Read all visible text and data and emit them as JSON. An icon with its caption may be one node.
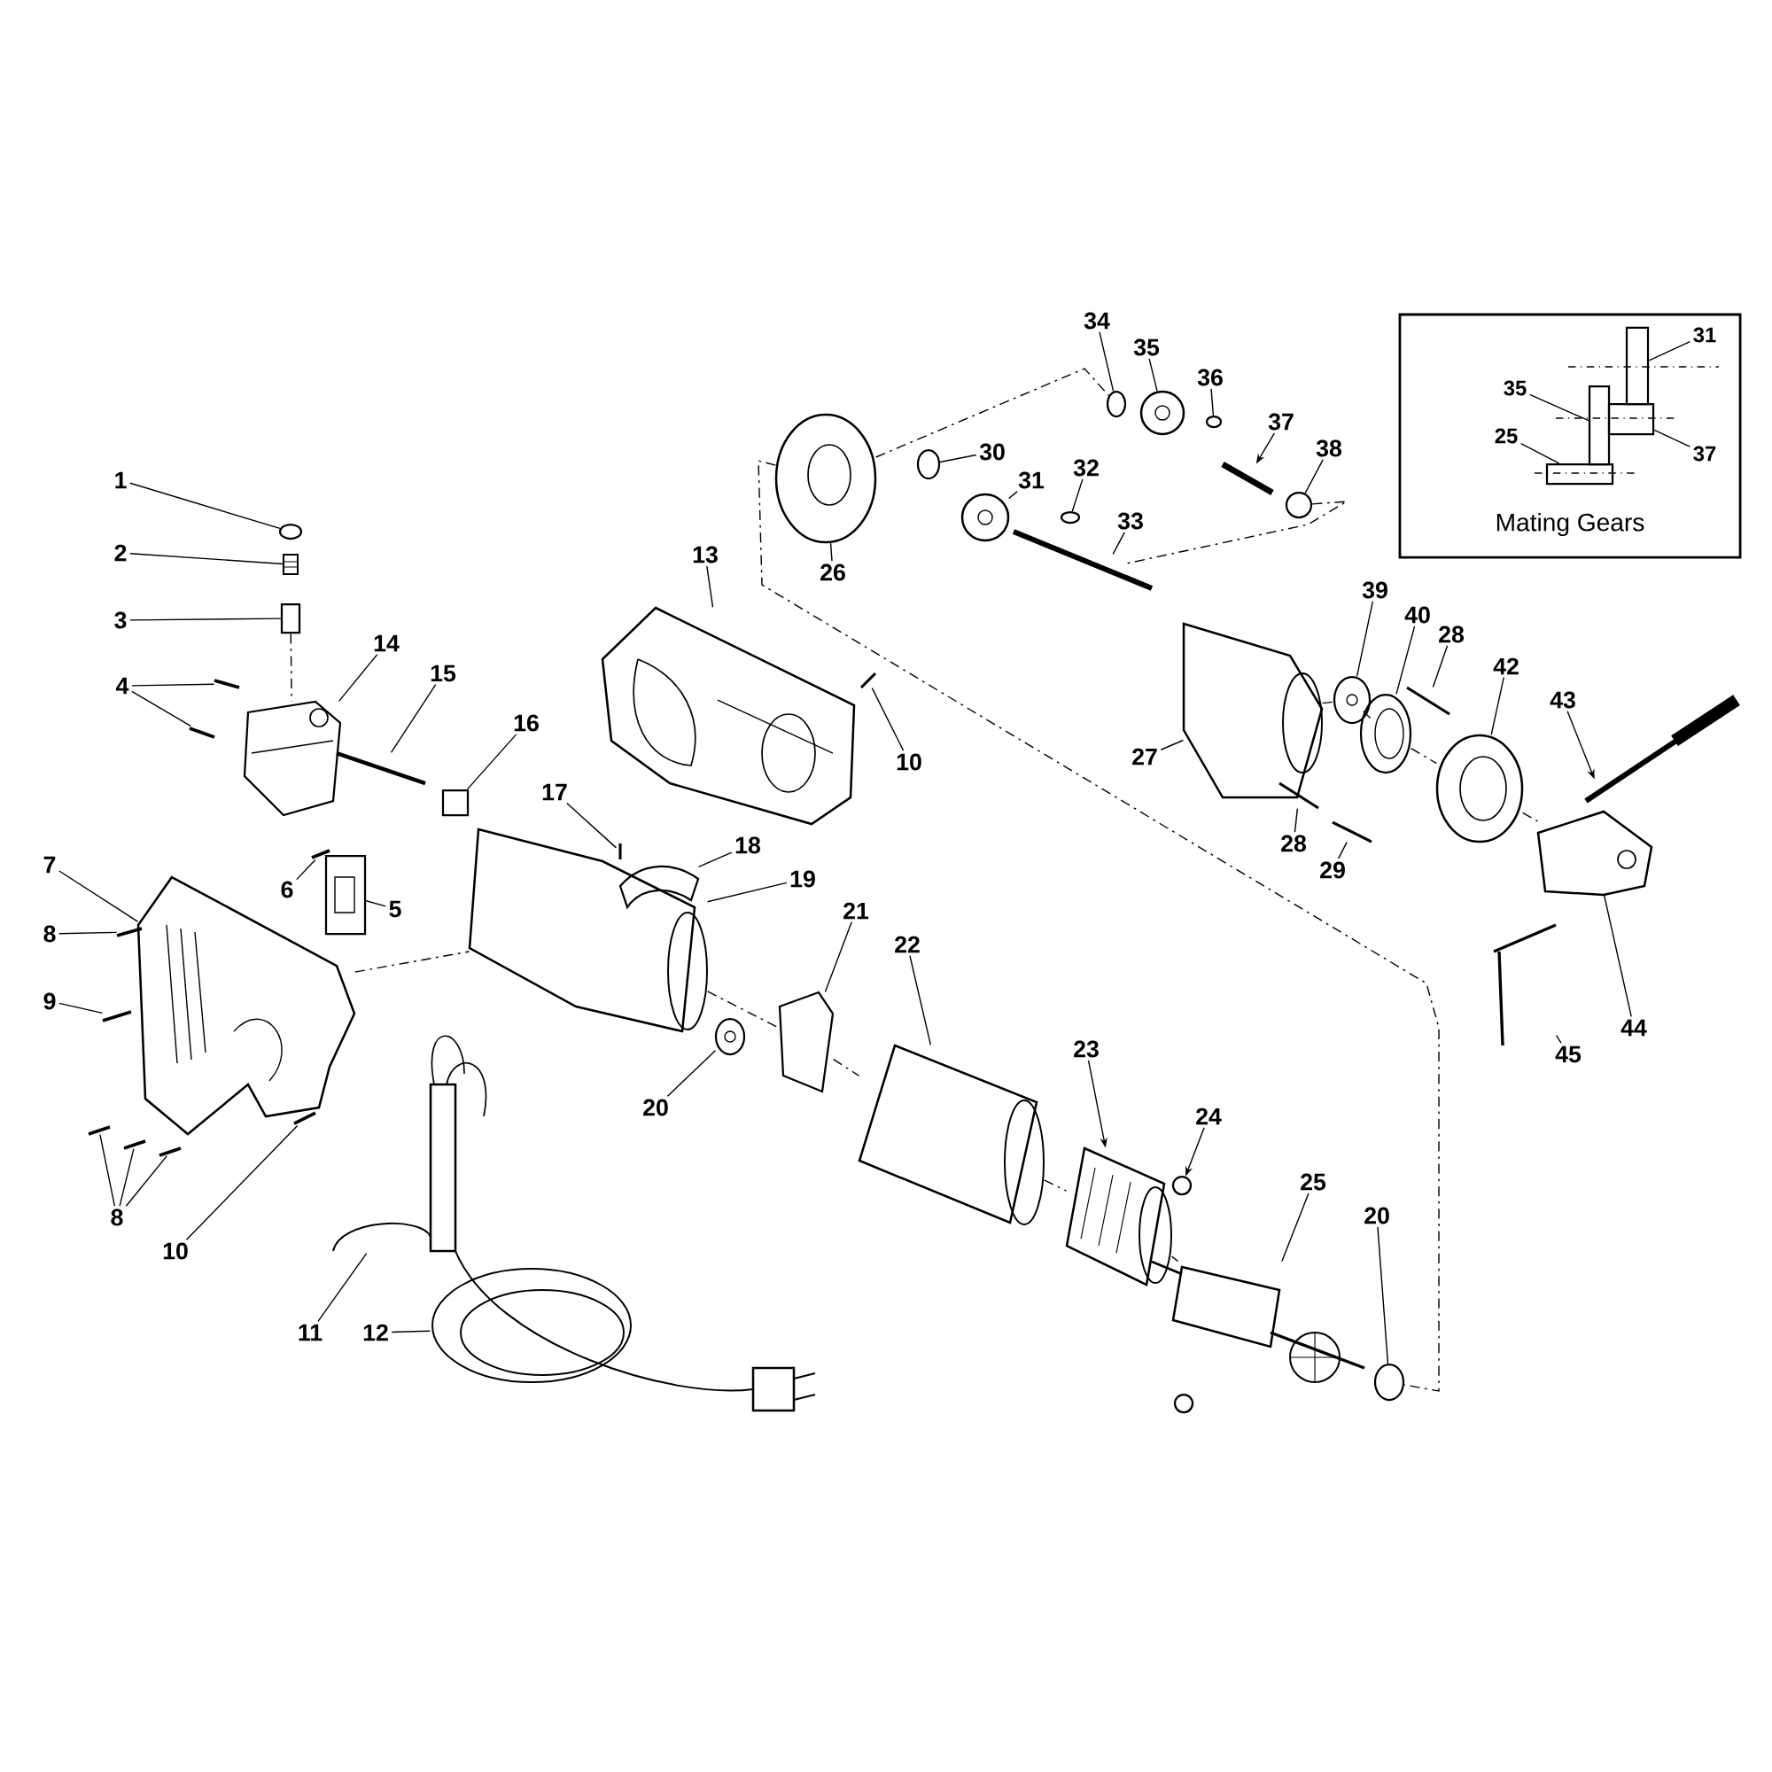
{
  "diagram": {
    "nodes": [
      {
        "text": [
          "34"
        ]
      },
      {
        "text": [
          "35"
        ]
      },
      {
        "text": [
          "36"
        ]
      },
      {
        "text": [
          "37"
        ]
      },
      {
        "text": [
          "38"
        ]
      },
      {
        "text": [
          "30"
        ]
      },
      {
        "text": [
          "31"
        ]
      },
      {
        "text": [
          "32"
        ]
      },
      {
        "text": [
          "33"
        ]
      },
      {
        "text": [
          "26"
        ]
      },
      {
        "text": [
          "13"
        ]
      },
      {
        "text": [
          "1"
        ]
      },
      {
        "text": [
          "2"
        ]
      },
      {
        "text": [
          "3"
        ]
      },
      {
        "text": [
          "4"
        ]
      },
      {
        "text": [
          "14"
        ]
      },
      {
        "text": [
          "15"
        ]
      },
      {
        "text": [
          "16"
        ]
      },
      {
        "text": [
          "10"
        ]
      },
      {
        "text": [
          "39"
        ]
      },
      {
        "text": [
          "40"
        ]
      },
      {
        "text": [
          "28"
        ]
      },
      {
        "text": [
          "42"
        ]
      },
      {
        "text": [
          "43"
        ]
      },
      {
        "text": [
          "27"
        ]
      },
      {
        "text": [
          "28"
        ]
      },
      {
        "text": [
          "29"
        ]
      },
      {
        "text": [
          "7"
        ]
      },
      {
        "text": [
          "6"
        ]
      },
      {
        "text": [
          "5"
        ]
      },
      {
        "text": [
          "17"
        ]
      },
      {
        "text": [
          "18"
        ]
      },
      {
        "text": [
          "19"
        ]
      },
      {
        "text": [
          "21"
        ]
      },
      {
        "text": [
          "22"
        ]
      },
      {
        "text": [
          "8"
        ]
      },
      {
        "text": [
          "9"
        ]
      },
      {
        "text": [
          "23"
        ]
      },
      {
        "text": [
          "20"
        ]
      },
      {
        "text": [
          "24"
        ]
      },
      {
        "text": [
          "25"
        ]
      },
      {
        "text": [
          "20"
        ]
      },
      {
        "text": [
          "8"
        ]
      },
      {
        "text": [
          "10"
        ]
      },
      {
        "text": [
          "11"
        ]
      },
      {
        "text": [
          "12"
        ]
      },
      {
        "text": [
          "44"
        ]
      },
      {
        "text": [
          "45"
        ]
      },
      {
        "text": [
          "Mating Gears"
        ]
      },
      {
        "text": [
          "31"
        ],
        "in": 48
      },
      {
        "text": [
          "35"
        ],
        "in": 48
      },
      {
        "text": [
          "25"
        ],
        "in": 48
      },
      {
        "text": [
          "37"
        ],
        "in": 48
      },
      {
        "text": [],
        "shape": "circle"
      },
      {
        "text": [],
        "shape": "picture"
      },
      {
        "text": [],
        "shape": "box"
      },
      {
        "text": [],
        "shape": "picture"
      },
      {
        "text": [],
        "shape": "picture"
      },
      {
        "text": [],
        "shape": "picture"
      },
      {
        "text": [],
        "shape": "picture"
      },
      {
        "text": [],
        "shape": "box"
      },
      {
        "text": [],
        "shape": "picture"
      },
      {
        "text": [],
        "shape": "picture"
      },
      {
        "text": [],
        "shape": "picture"
      },
      {
        "text": [],
        "shape": "picture"
      },
      {
        "text": [],
        "shape": "picture"
      },
      {
        "text": [],
        "shape": "picture"
      },
      {
        "text": [],
        "shape": "picture"
      },
      {
        "text": [],
        "shape": "picture"
      },
      {
        "text": [],
        "shape": "picture"
      },
      {
        "text": [],
        "shape": "picture"
      },
      {
        "text": [],
        "shape": "picture"
      },
      {
        "text": [],
        "shape": "picture"
      },
      {
        "text": [],
        "shape": "picture"
      },
      {
        "text": [],
        "shape": "picture"
      },
      {
        "text": [],
        "shape": "picture"
      },
      {
        "text": [],
        "shape": "picture"
      },
      {
        "text": [],
        "shape": "picture"
      },
      {
        "text": [],
        "shape": "picture"
      },
      {
        "text": [],
        "shape": "circle"
      },
      {
        "text": [],
        "shape": "picture"
      },
      {
        "text": [],
        "shape": "circle"
      },
      {
        "text": [],
        "shape": "picture"
      },
      {
        "text": [],
        "shape": "picture"
      },
      {
        "text": [],
        "shape": "picture"
      },
      {
        "text": [],
        "shape": "circle"
      },
      {
        "text": [],
        "shape": "picture"
      },
      {
        "text": [],
        "shape": "circle"
      },
      {
        "text": [],
        "shape": "picture"
      },
      {
        "text": [],
        "shape": "circle"
      },
      {
        "text": [],
        "shape": "picture"
      },
      {
        "text": [],
        "shape": "picture"
      },
      {
        "text": [],
        "shape": "picture"
      },
      {
        "text": [],
        "shape": "circle"
      },
      {
        "text": [],
        "shape": "picture"
      },
      {
        "text": [],
        "shape": "picture"
      },
      {
        "text": [],
        "shape": "picture"
      },
      {
        "text": [],
        "shape": "picture"
      },
      {
        "text": [],
        "shape": "picture"
      },
      {
        "text": [],
        "shape": "picture"
      },
      {
        "text": [],
        "shape": "picture"
      },
      {
        "text": [],
        "shape": "picture"
      },
      {
        "text": [],
        "shape": "picture"
      },
      {
        "text": [],
        "shape": "picture"
      },
      {
        "text": [],
        "shape": "bar",
        "in": 48
      },
      {
        "text": [],
        "shape": "bar",
        "in": 48
      },
      {
        "text": [],
        "shape": "bar",
        "in": 48
      },
      {
        "text": [],
        "shape": "bar",
        "in": 48
      },
      {
        "text": [],
        "shape": "circle"
      }
    ],
    "edges": [
      {
        "from": 0,
        "to": 89,
        "arrow": "none"
      },
      {
        "from": 1,
        "to": 90,
        "arrow": "none"
      },
      {
        "from": 2,
        "to": 91,
        "arrow": "none"
      },
      {
        "from": 3,
        "to": 92,
        "arrow": "to"
      },
      {
        "from": 4,
        "to": 93,
        "arrow": "none"
      },
      {
        "from": 5,
        "to": 85,
        "arrow": "none"
      },
      {
        "from": 6,
        "to": 86,
        "arrow": "none"
      },
      {
        "from": 7,
        "to": 87,
        "arrow": "none"
      },
      {
        "from": 8,
        "to": 88,
        "arrow": "none"
      },
      {
        "from": 9,
        "to": 84,
        "arrow": "none"
      },
      {
        "from": 10,
        "to": 70,
        "arrow": "none"
      },
      {
        "from": 11,
        "to": 53,
        "arrow": "none"
      },
      {
        "from": 12,
        "to": 54,
        "arrow": "none"
      },
      {
        "from": 13,
        "to": 55,
        "arrow": "none"
      },
      {
        "from": 14,
        "to": 56,
        "arrow": "none"
      },
      {
        "from": 14,
        "to": 57,
        "arrow": "none"
      },
      {
        "from": 15,
        "to": 58,
        "arrow": "none"
      },
      {
        "from": 16,
        "to": 59,
        "arrow": "none"
      },
      {
        "from": 17,
        "to": 60,
        "arrow": "none"
      },
      {
        "from": 18,
        "to": 71,
        "arrow": "none"
      },
      {
        "from": 19,
        "to": 95,
        "arrow": "none"
      },
      {
        "from": 20,
        "to": 96,
        "arrow": "none"
      },
      {
        "from": 21,
        "to": 97,
        "arrow": "none"
      },
      {
        "from": 22,
        "to": 98,
        "arrow": "none"
      },
      {
        "from": 23,
        "to": 99,
        "arrow": "to"
      },
      {
        "from": 24,
        "to": 94,
        "arrow": "none"
      },
      {
        "from": 25,
        "to": 102,
        "arrow": "none"
      },
      {
        "from": 26,
        "to": 103,
        "arrow": "none"
      },
      {
        "from": 27,
        "to": 61,
        "arrow": "none"
      },
      {
        "from": 28,
        "to": 68,
        "arrow": "none"
      },
      {
        "from": 29,
        "to": 69,
        "arrow": "none"
      },
      {
        "from": 30,
        "to": 72,
        "arrow": "none"
      },
      {
        "from": 31,
        "to": 73,
        "arrow": "none"
      },
      {
        "from": 32,
        "to": 74,
        "arrow": "none"
      },
      {
        "from": 33,
        "to": 76,
        "arrow": "none"
      },
      {
        "from": 34,
        "to": 77,
        "arrow": "none"
      },
      {
        "from": 35,
        "to": 62,
        "arrow": "none"
      },
      {
        "from": 36,
        "to": 63,
        "arrow": "none"
      },
      {
        "from": 37,
        "to": 78,
        "arrow": "to"
      },
      {
        "from": 38,
        "to": 75,
        "arrow": "none"
      },
      {
        "from": 39,
        "to": 79,
        "arrow": "to"
      },
      {
        "from": 40,
        "to": 80,
        "arrow": "none"
      },
      {
        "from": 41,
        "to": 81,
        "arrow": "none"
      },
      {
        "from": 42,
        "to": 64,
        "arrow": "none"
      },
      {
        "from": 42,
        "to": 65,
        "arrow": "none"
      },
      {
        "from": 42,
        "to": 66,
        "arrow": "none"
      },
      {
        "from": 43,
        "to": 67,
        "arrow": "none"
      },
      {
        "from": 44,
        "to": 82,
        "arrow": "none"
      },
      {
        "from": 45,
        "to": 83,
        "arrow": "none"
      },
      {
        "from": 46,
        "to": 100,
        "arrow": "none"
      },
      {
        "from": 47,
        "to": 101,
        "arrow": "none"
      },
      {
        "from": 49,
        "to": 104,
        "arrow": "none"
      },
      {
        "from": 50,
        "to": 105,
        "arrow": "none"
      },
      {
        "from": 51,
        "to": 106,
        "arrow": "none"
      },
      {
        "from": 52,
        "to": 107,
        "arrow": "none"
      },
      {
        "from": 84,
        "to": 81,
        "arrow": "none",
        "style": "dashed"
      },
      {
        "from": 84,
        "to": 89,
        "arrow": "none",
        "style": "dashed"
      },
      {
        "from": 93,
        "to": 88,
        "arrow": "none",
        "style": "dashed"
      },
      {
        "from": 61,
        "to": 74,
        "arrow": "none",
        "style": "dashed"
      },
      {
        "from": 74,
        "to": 76,
        "arrow": "none",
        "style": "dashed"
      },
      {
        "from": 76,
        "to": 77,
        "arrow": "none",
        "style": "dashed"
      },
      {
        "from": 77,
        "to": 78,
        "arrow": "none",
        "style": "dashed"
      },
      {
        "from": 78,
        "to": 80,
        "arrow": "none",
        "style": "dashed"
      },
      {
        "from": 94,
        "to": 95,
        "arrow": "none",
        "style": "dashed"
      },
      {
        "from": 95,
        "to": 96,
        "arrow": "none",
        "style": "dashed"
      },
      {
        "from": 96,
        "to": 98,
        "arrow": "none",
        "style": "dashed"
      },
      {
        "from": 98,
        "to": 100,
        "arrow": "none",
        "style": "dashed"
      },
      {
        "from": 55,
        "to": 58,
        "arrow": "none",
        "style": "dashed"
      }
    ]
  }
}
